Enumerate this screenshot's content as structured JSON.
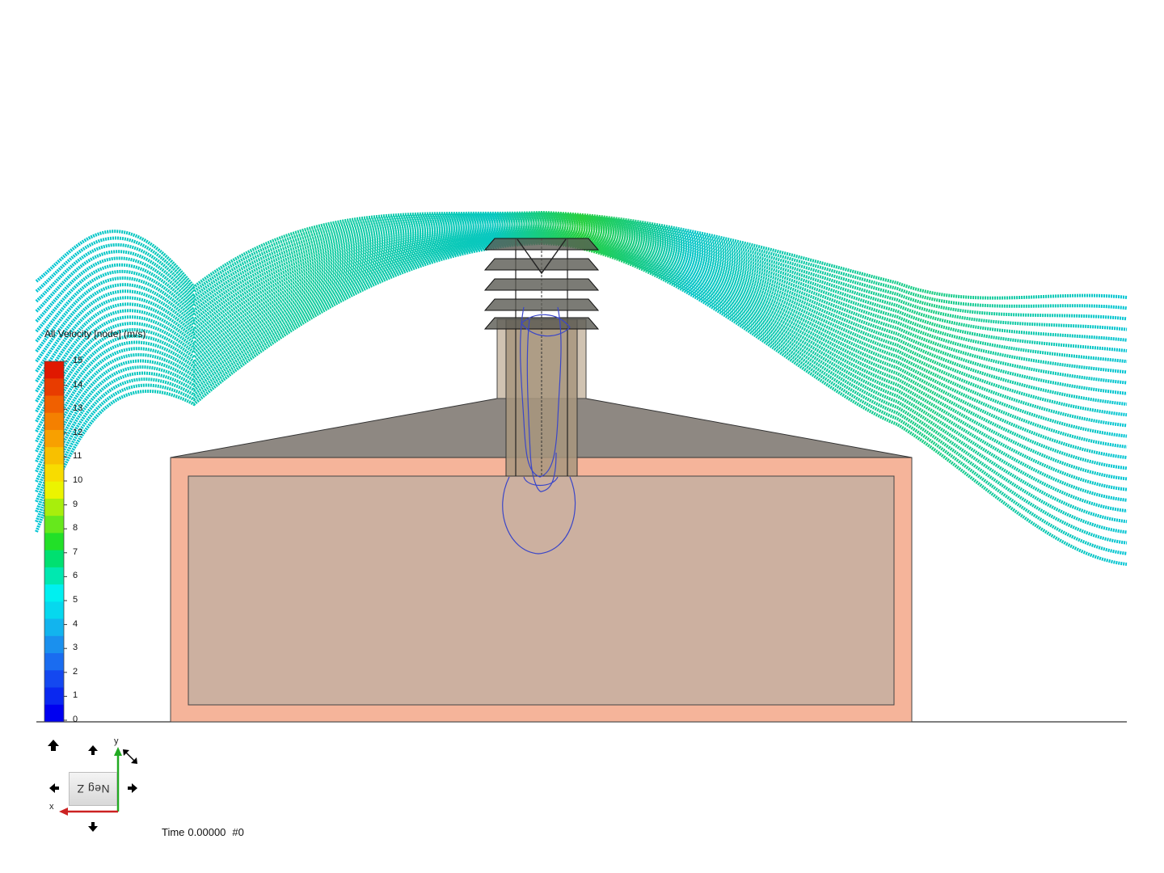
{
  "legend": {
    "title": "All Velocity [node] (m/s)",
    "min": 0,
    "max": 15,
    "ticks": [
      "0",
      "1",
      "2",
      "3",
      "4",
      "5",
      "6",
      "7",
      "8",
      "9",
      "10",
      "11",
      "12",
      "13",
      "14",
      "15"
    ],
    "colors": [
      "#0000f0",
      "#0a28f0",
      "#1448f0",
      "#1a6cf0",
      "#1a90ee",
      "#12b4ee",
      "#06d8ee",
      "#00f0f0",
      "#00e8b0",
      "#00e070",
      "#22e028",
      "#66e81c",
      "#a8ee0c",
      "#ecf400",
      "#f8dc00",
      "#f8c000",
      "#f8a000",
      "#f48000",
      "#f06000",
      "#e83c00",
      "#e01800"
    ]
  },
  "status": {
    "time_prefix": "Time",
    "time_value": "0.00000",
    "frame": "#0"
  },
  "view_cube": {
    "face_label": "Neg Z"
  },
  "axes": {
    "x_label": "x",
    "y_label": "y"
  },
  "colors": {
    "streamline_low": "#00c8d8",
    "streamline_high": "#22d020",
    "building_wall": "#f5b49a",
    "building_interior": "#ccb0a0",
    "roof": "#8e8882",
    "chimney": "#b09e88",
    "contour": "#3a46c8"
  },
  "icons": [
    "arrow-up-icon",
    "arrow-left-icon",
    "arrow-right-icon",
    "arrow-down-icon",
    "rotate-icon"
  ]
}
